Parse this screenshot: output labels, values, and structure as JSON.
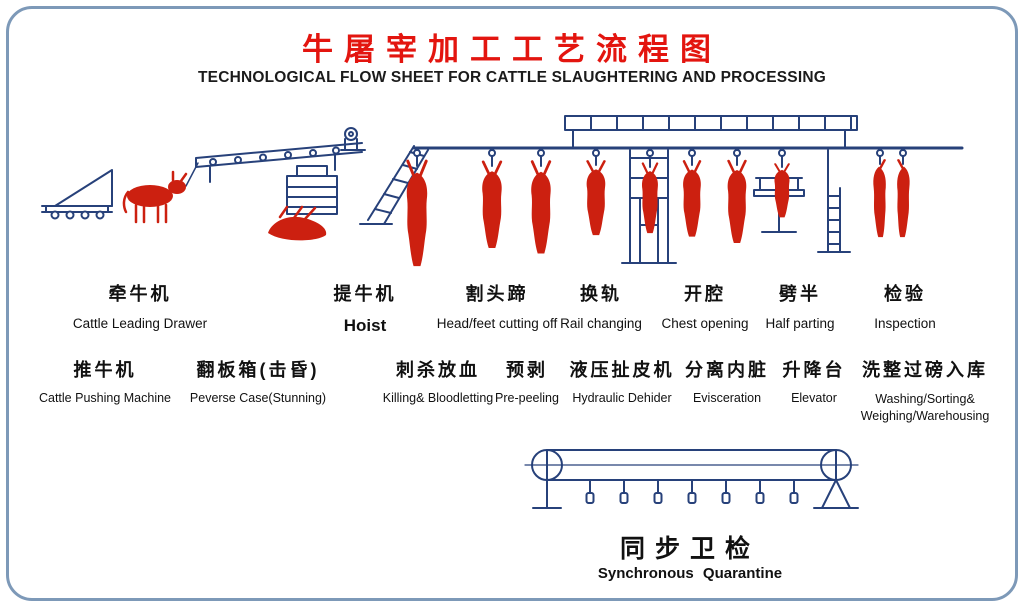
{
  "title": {
    "zh": "牛屠宰加工工艺流程图",
    "en": "TECHNOLOGICAL FLOW SHEET FOR CATTLE SLAUGHTERING AND PROCESSING"
  },
  "row1": [
    {
      "zh": "牵牛机",
      "en": "Cattle Leading Drawer"
    },
    {
      "zh": "提牛机",
      "en": "Hoist"
    },
    {
      "zh": "割头蹄",
      "en": "Head/feet cutting off"
    },
    {
      "zh": "换轨",
      "en": "Rail changing"
    },
    {
      "zh": "开腔",
      "en": "Chest opening"
    },
    {
      "zh": "劈半",
      "en": "Half parting"
    },
    {
      "zh": "检验",
      "en": "Inspection"
    }
  ],
  "row2": [
    {
      "zh": "推牛机",
      "en": "Cattle Pushing Machine"
    },
    {
      "zh": "翻板箱(击昏)",
      "en": "Peverse Case(Stunning)"
    },
    {
      "zh": "刺杀放血",
      "en": "Killing& Bloodletting"
    },
    {
      "zh": "预剥",
      "en": "Pre-peeling"
    },
    {
      "zh": "液压扯皮机",
      "en": "Hydraulic Dehider"
    },
    {
      "zh": "分离内脏",
      "en": "Evisceration"
    },
    {
      "zh": "升降台",
      "en": "Elevator"
    },
    {
      "zh": "洗整过磅入库",
      "en1": "Washing/Sorting&",
      "en2": "Weighing/Warehousing"
    }
  ],
  "bottom": {
    "zh": "同步卫检",
    "en": "Synchronous Quarantine"
  },
  "colors": {
    "title_red": "#e3150f",
    "animal_red": "#cc2010",
    "machine_line": "#27417a",
    "frame_color": "#7d99b8"
  }
}
